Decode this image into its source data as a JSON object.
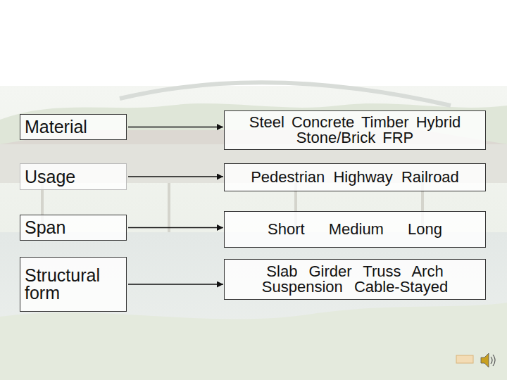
{
  "diagram": {
    "nodes": [
      {
        "text": [
          "Material"
        ]
      },
      {
        "text": [
          "Steel Concrete Timber Hybrid Stone/Brick FRP"
        ]
      },
      {
        "text": [
          "Usage"
        ]
      },
      {
        "text": [
          "Pedestrian Highway Railroad"
        ]
      },
      {
        "text": [
          "Span"
        ]
      },
      {
        "text": [
          "Short Medium Long"
        ]
      },
      {
        "text": [
          "Structural form"
        ]
      },
      {
        "text": [
          "Slab Girder Truss Arch Suspension Cable-Stayed"
        ]
      }
    ],
    "edges": [
      {
        "from": 0,
        "to": 1,
        "arrow": "to"
      },
      {
        "from": 2,
        "to": 3,
        "arrow": "to"
      },
      {
        "from": 4,
        "to": 5,
        "arrow": "to"
      },
      {
        "from": 6,
        "to": 7,
        "arrow": "to"
      }
    ]
  }
}
